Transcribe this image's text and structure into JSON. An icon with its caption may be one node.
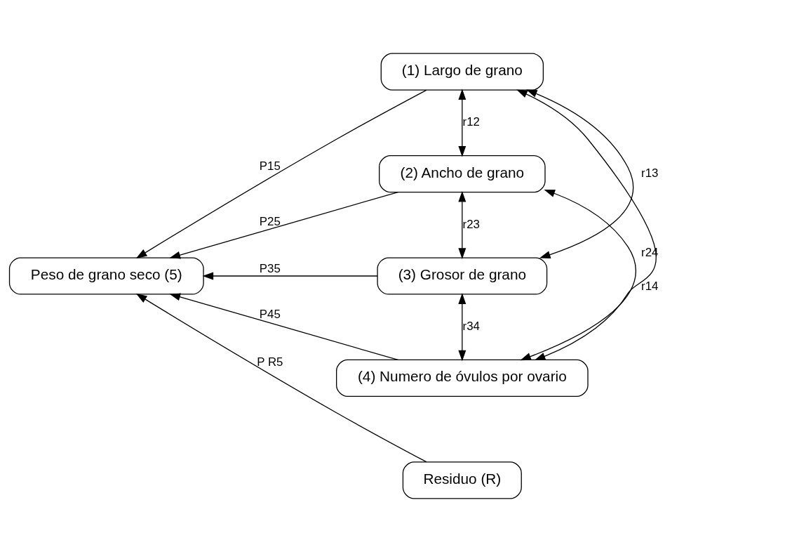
{
  "diagram": {
    "nodes": [
      {
        "text": [
          "(1) Largo de grano"
        ]
      },
      {
        "text": [
          "(2) Ancho de grano"
        ]
      },
      {
        "text": [
          "(3) Grosor de grano"
        ]
      },
      {
        "text": [
          "(4) Numero de óvulos por ovario"
        ]
      },
      {
        "text": [
          "Peso de grano seco (5)"
        ]
      },
      {
        "text": [
          "Residuo (R)"
        ]
      }
    ],
    "edges": [
      {
        "from": 0,
        "to": 4,
        "arrow": "to",
        "label": "P15"
      },
      {
        "from": 1,
        "to": 4,
        "arrow": "to",
        "label": "P25"
      },
      {
        "from": 2,
        "to": 4,
        "arrow": "to",
        "label": "P35"
      },
      {
        "from": 3,
        "to": 4,
        "arrow": "to",
        "label": "P45"
      },
      {
        "from": 5,
        "to": 4,
        "arrow": "to",
        "label": "P R5"
      },
      {
        "from": 0,
        "to": 1,
        "arrow": "both",
        "label": "r12"
      },
      {
        "from": 1,
        "to": 2,
        "arrow": "both",
        "label": "r23"
      },
      {
        "from": 2,
        "to": 3,
        "arrow": "both",
        "label": "r34"
      },
      {
        "from": 0,
        "to": 2,
        "arrow": "both",
        "label": "r13"
      },
      {
        "from": 1,
        "to": 3,
        "arrow": "both",
        "label": "r24"
      },
      {
        "from": 0,
        "to": 3,
        "arrow": "both",
        "label": "r14"
      }
    ]
  }
}
